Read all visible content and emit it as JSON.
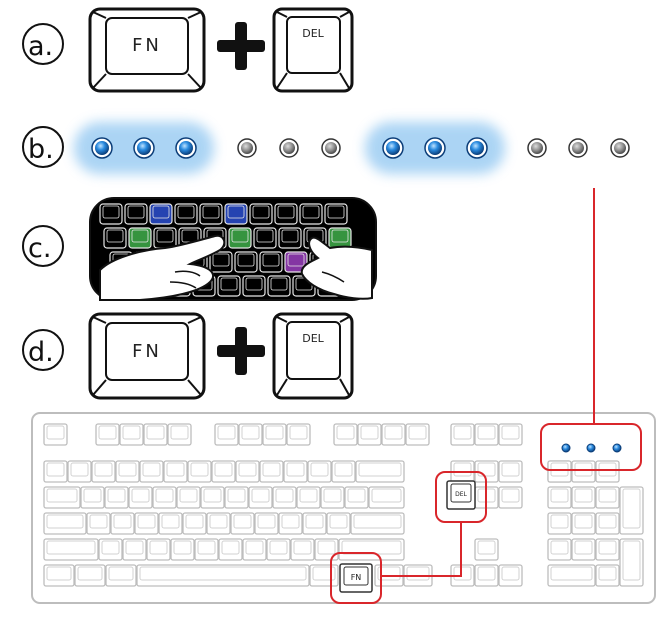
{
  "steps": {
    "a": {
      "label": "a.",
      "key1": "FN",
      "key2": "DEL"
    },
    "b": {
      "label": "b."
    },
    "c": {
      "label": "c."
    },
    "d": {
      "label": "d.",
      "key1": "FN",
      "key2": "DEL"
    }
  },
  "keyboard": {
    "del_key": "DEL",
    "fn_key": "FN"
  },
  "colors": {
    "accent_line": "#d9262b",
    "led_blue": "#2a8be0",
    "led_glow": "#8fc6f1",
    "led_off": "#8a8a8a",
    "key_green": "#3fae4a",
    "key_blue": "#2b4fd0",
    "key_purple": "#9b3fbf"
  },
  "led_row": [
    "on",
    "on",
    "on",
    "off",
    "off",
    "off",
    "on",
    "on",
    "on",
    "off",
    "off",
    "off"
  ]
}
